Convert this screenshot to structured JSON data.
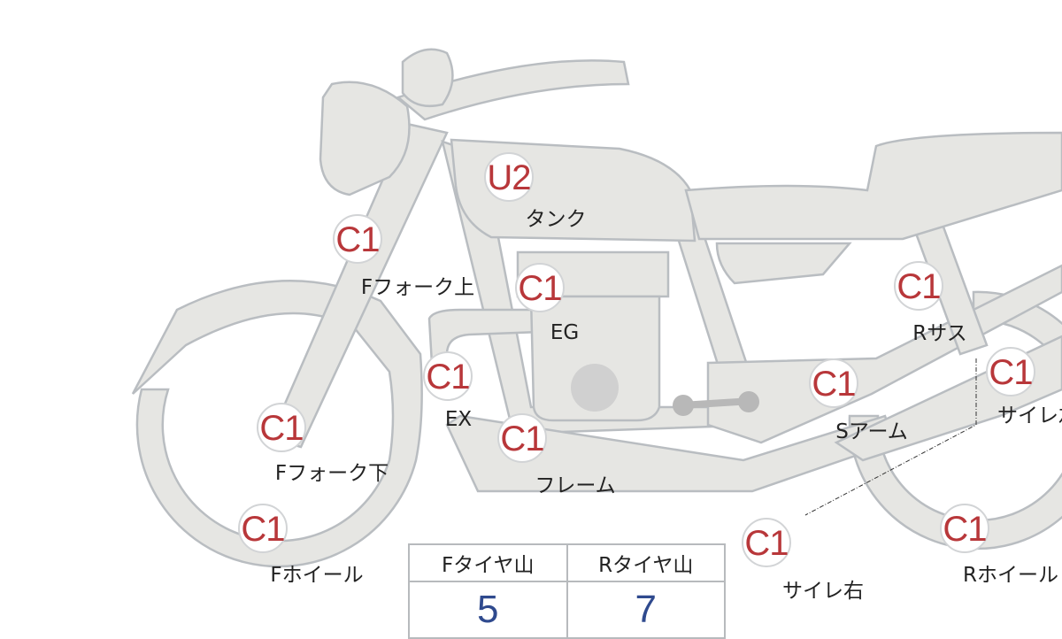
{
  "markers": [
    {
      "grade": "U2",
      "label": "タンク"
    },
    {
      "grade": "C1",
      "label": "Fフォーク上"
    },
    {
      "grade": "C1",
      "label": "EG"
    },
    {
      "grade": "C1",
      "label": "EX"
    },
    {
      "grade": "C1",
      "label": "Fフォーク下"
    },
    {
      "grade": "C1",
      "label": "フレーム"
    },
    {
      "grade": "C1",
      "label": "Fホイール"
    },
    {
      "grade": "C1",
      "label": "Rサス"
    },
    {
      "grade": "C1",
      "label": "Sアーム"
    },
    {
      "grade": "C1",
      "label": "サイレ左"
    },
    {
      "grade": "C1",
      "label": "サイレ右"
    },
    {
      "grade": "C1",
      "label": "Rホイール"
    }
  ],
  "tire_table": {
    "headers": [
      "Fタイヤ山",
      "Rタイヤ山"
    ],
    "values": [
      "5",
      "7"
    ]
  },
  "colors": {
    "grade": "#b8373a",
    "value": "#2f4a8e",
    "part_fill": "#e6e6e3"
  }
}
